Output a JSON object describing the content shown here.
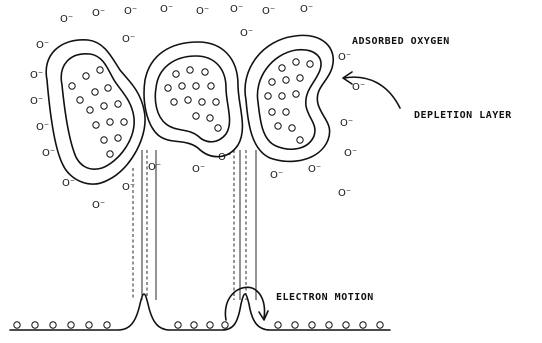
{
  "labels": {
    "adsorbed_oxygen": "ADSORBED OXYGEN",
    "depletion_layer": "DEPLETION LAYER",
    "electron_motion": "ELECTRON MOTION",
    "oxygen_ion": "O⁻"
  }
}
